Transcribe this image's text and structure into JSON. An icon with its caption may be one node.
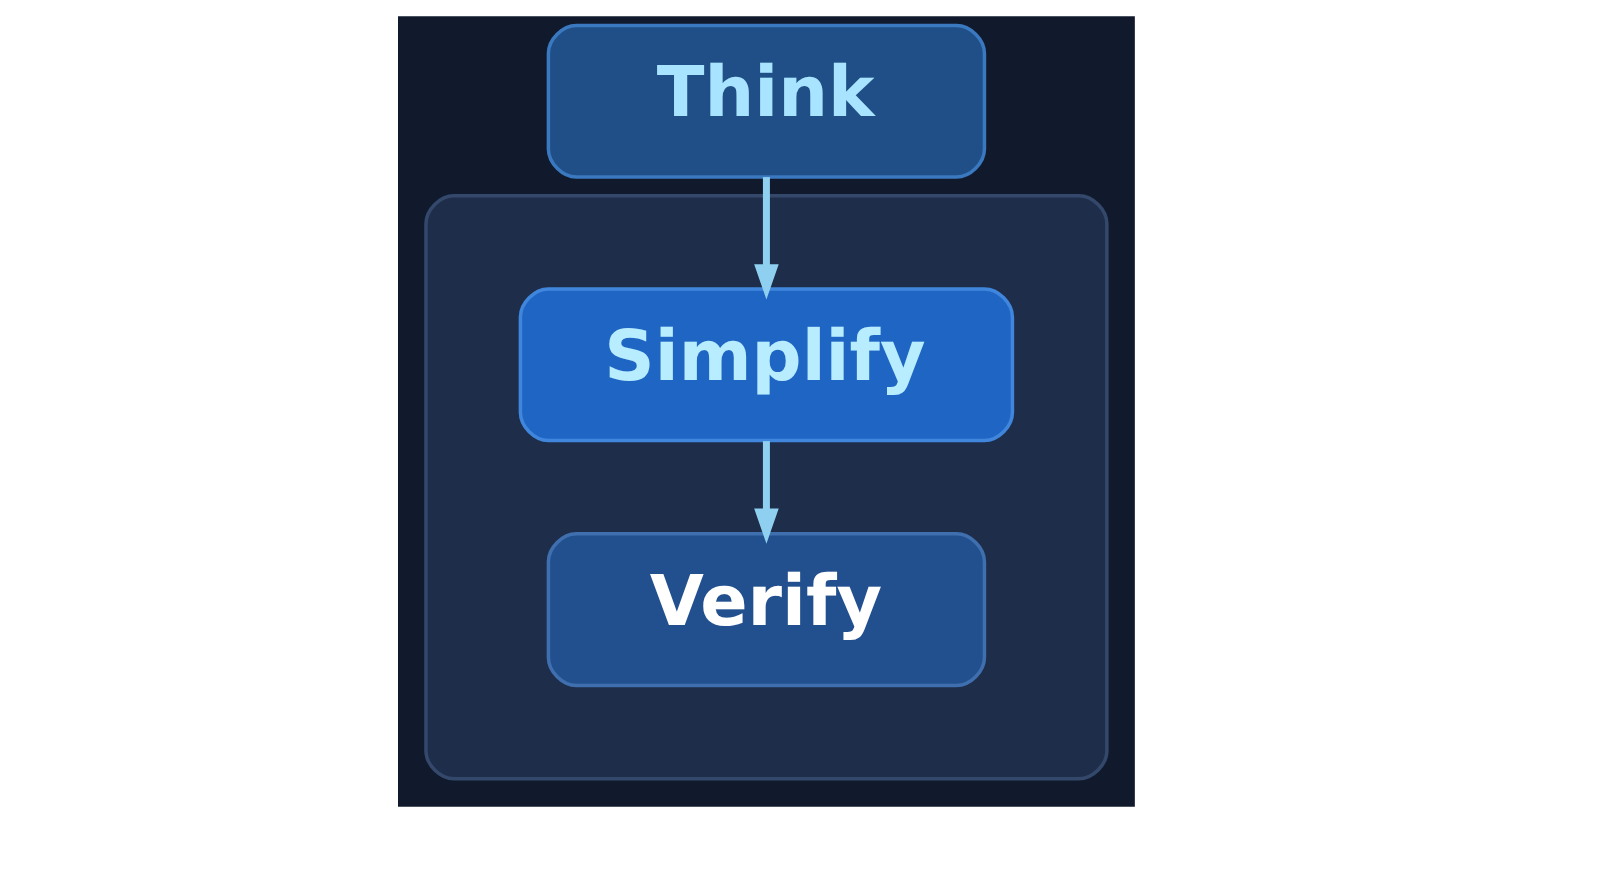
{
  "diagram": {
    "nodes": [
      {
        "text": [
          "Think"
        ]
      },
      {
        "text": [],
        "shape": "box"
      },
      {
        "text": [
          "Simplify"
        ],
        "in": 1
      },
      {
        "text": [
          "Verify"
        ],
        "in": 1
      }
    ],
    "edges": [
      {
        "from": 0,
        "to": 2,
        "arrow": "to"
      },
      {
        "from": 2,
        "to": 3,
        "arrow": "to"
      }
    ]
  }
}
